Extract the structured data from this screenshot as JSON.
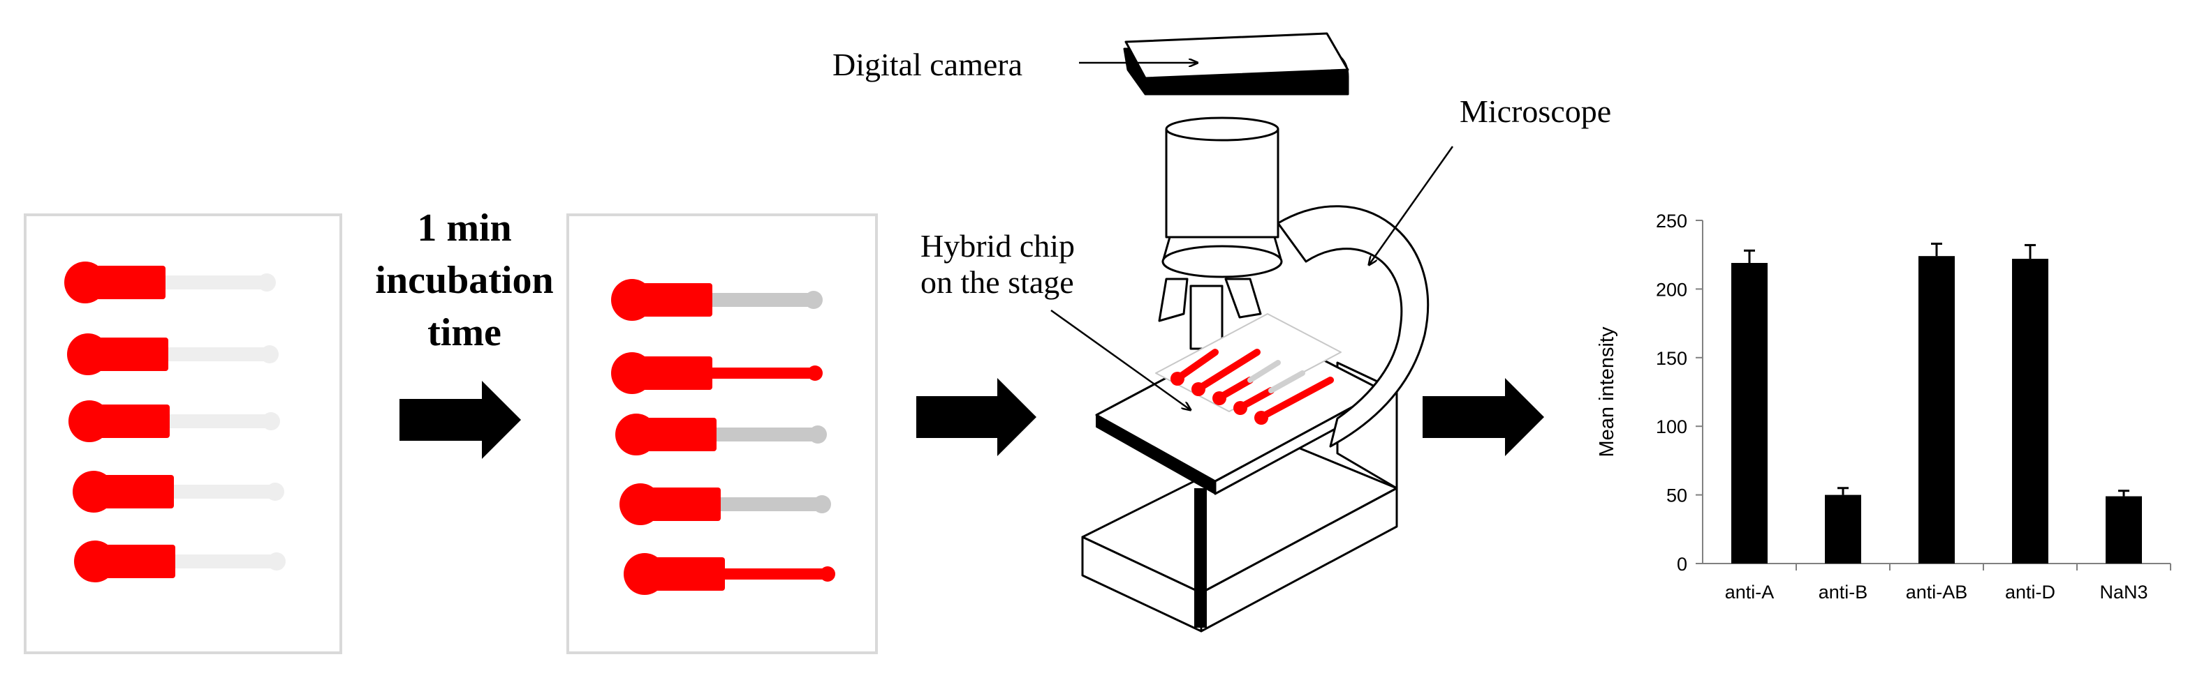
{
  "step_label": {
    "line1": "1 min",
    "line2": "incubation",
    "line3": "time"
  },
  "annotations": {
    "digital_camera": "Digital camera",
    "microscope": "Microscope",
    "hybrid_chip_line1": "Hybrid chip",
    "hybrid_chip_line2": "on the stage"
  },
  "chips_before": [
    {
      "filled": false
    },
    {
      "filled": false
    },
    {
      "filled": false
    },
    {
      "filled": false
    },
    {
      "filled": false
    }
  ],
  "chips_after": [
    {
      "filled": false
    },
    {
      "filled": true
    },
    {
      "filled": false
    },
    {
      "filled": false
    },
    {
      "filled": true
    }
  ],
  "colors": {
    "sample": "#ff0000",
    "empty_channel_before": "#eeeeee",
    "empty_channel_after": "#c8c8c8",
    "frame": "#d9d9d9",
    "bar": "#000000"
  },
  "chart_data": {
    "type": "bar",
    "categories": [
      "anti-A",
      "anti-B",
      "anti-AB",
      "anti-D",
      "NaN3"
    ],
    "values": [
      219,
      50,
      224,
      222,
      49
    ],
    "errors": [
      9,
      5,
      9,
      10,
      4
    ],
    "ylabel": "Mean intensity",
    "ylim": [
      0,
      250
    ],
    "yticks": [
      0,
      50,
      100,
      150,
      200,
      250
    ],
    "grid": false
  }
}
